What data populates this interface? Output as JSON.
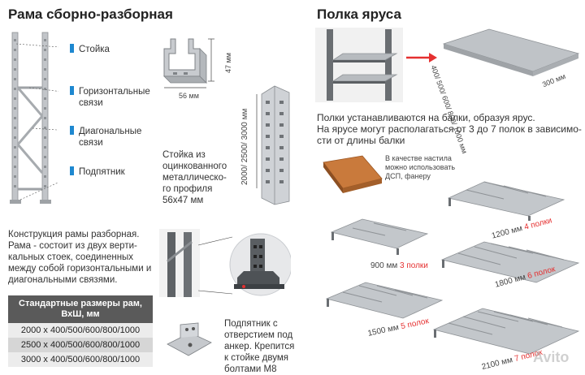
{
  "left": {
    "title": "Рама сборно-разборная",
    "labels": {
      "upright": "Стойка",
      "horizontal_1": "Горизонтальные",
      "horizontal_2": "связи",
      "diagonal_1": "Диагональные",
      "diagonal_2": "связи",
      "footplate": "Подпятник"
    },
    "profile_width": "56 мм",
    "profile_depth": "47 мм",
    "height_dims": "2000/ 2500/ 3000 мм",
    "upright_desc": [
      "Стойка из",
      "оцинкованного",
      "металлическо-",
      "го профиля",
      "56х47 мм"
    ],
    "frame_desc": [
      "Конструкция рамы разборная.",
      "Рама - состоит из двух верти-",
      "кальных стоек, соединенных",
      "между собой горизонтальными и",
      "диагональными связями."
    ],
    "table": {
      "header": [
        "Стандартные размеры рам,",
        "ВхШ, мм"
      ],
      "rows": [
        "2000 х 400/500/600/800/1000",
        "2500 х 400/500/600/800/1000",
        "3000 х 400/500/600/800/1000"
      ]
    },
    "footplate_desc": [
      "Подпятник с",
      "отверстием под",
      "анкер. Крепится",
      "к стойке двумя",
      "болтами М8"
    ]
  },
  "right": {
    "title": "Полка яруса",
    "shelf_width": "400/ 500/ 600/ 800/ 1000 мм",
    "shelf_depth": "300 мм",
    "desc_1": "Полки устанавливаются на балки, образуя ярус.",
    "desc_2": "На ярусе могут располагаться от 3 до 7 полок в зависимо-",
    "desc_3": "сти от длины балки",
    "board_note": [
      "В качестве настила",
      "можно использовать",
      "ДСП, фанеру"
    ],
    "sets": [
      {
        "length": "900 мм",
        "count": "3 полки"
      },
      {
        "length": "1200 мм",
        "count": "4 полки"
      },
      {
        "length": "1500 мм",
        "count": "5 полок"
      },
      {
        "length": "1800 мм",
        "count": "6 полок"
      },
      {
        "length": "2100 мм",
        "count": "7 полок"
      }
    ],
    "watermark": "Avito"
  },
  "colors": {
    "accent": "#1e88d0",
    "red": "#e53030",
    "metal": "#b8bcc0"
  }
}
